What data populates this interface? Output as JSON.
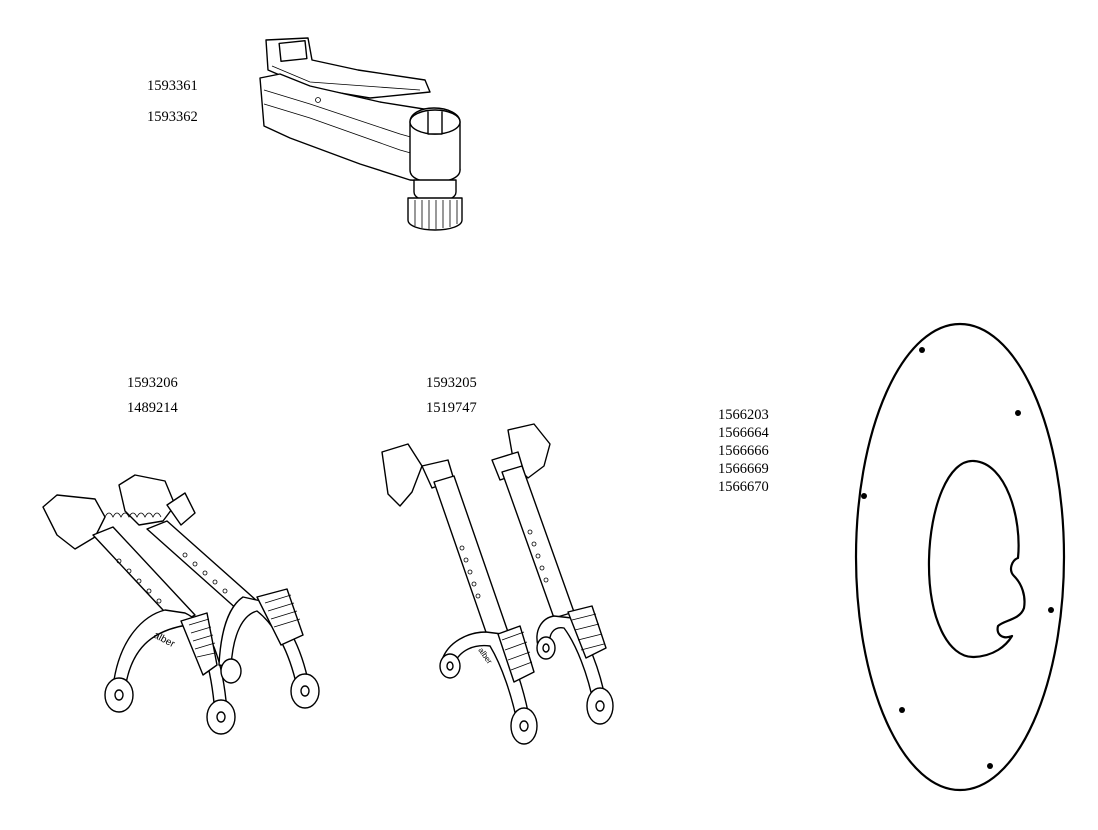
{
  "parts": {
    "clamp": {
      "numbers": [
        "1593361",
        "1593362"
      ]
    },
    "wheel_left": {
      "numbers": [
        "1593206",
        "1489214"
      ],
      "logo_text": "alber"
    },
    "wheel_right": {
      "numbers": [
        "1593205",
        "1519747"
      ],
      "logo_text": "alber"
    },
    "disc": {
      "numbers": [
        "1566203",
        "1566664",
        "1566666",
        "1566669",
        "1566670"
      ]
    }
  }
}
